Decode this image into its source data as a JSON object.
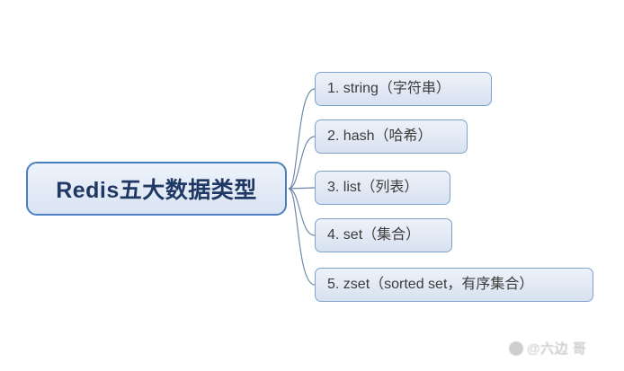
{
  "diagram": {
    "type": "mind-map",
    "root": {
      "label": "Redis五大数据类型"
    },
    "branches": [
      {
        "label": "1. string（字符串）"
      },
      {
        "label": "2. hash（哈希）"
      },
      {
        "label": "3. list（列表）"
      },
      {
        "label": "4. set（集合）"
      },
      {
        "label": "5. zset（sorted set，有序集合）"
      }
    ]
  },
  "watermark": {
    "logo_icon": "weibo-logo-icon",
    "text": "@六边 哥"
  },
  "colors": {
    "background": "#ffffff",
    "root_border": "#4C7FC0",
    "root_text": "#1F3864",
    "leaf_border": "#7FA2CC",
    "leaf_text": "#3c3c3c",
    "connector": "#6b84a6"
  }
}
